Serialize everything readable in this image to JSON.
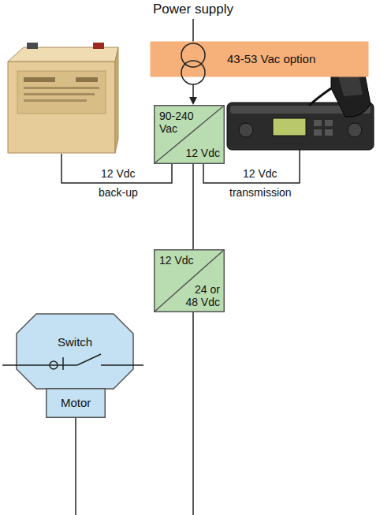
{
  "diagram": {
    "nodes": [
      {
        "text": [
          "43-53 Vac option"
        ]
      },
      {
        "text": [
          "90-240 Vac",
          "12 Vdc"
        ]
      },
      {
        "text": [
          "12 Vdc",
          "24 or 48 Vdc"
        ]
      },
      {
        "text": [
          "Switch"
        ]
      },
      {
        "text": [
          "Motor"
        ]
      }
    ],
    "edges": [
      {
        "from": 0,
        "to": 1,
        "arrow": "to"
      },
      {
        "from": 1,
        "to": 2,
        "arrow": "none"
      }
    ],
    "labels": [
      "Power supply",
      "12 Vdc",
      "back-up",
      "12 Vdc",
      "transmission"
    ]
  }
}
